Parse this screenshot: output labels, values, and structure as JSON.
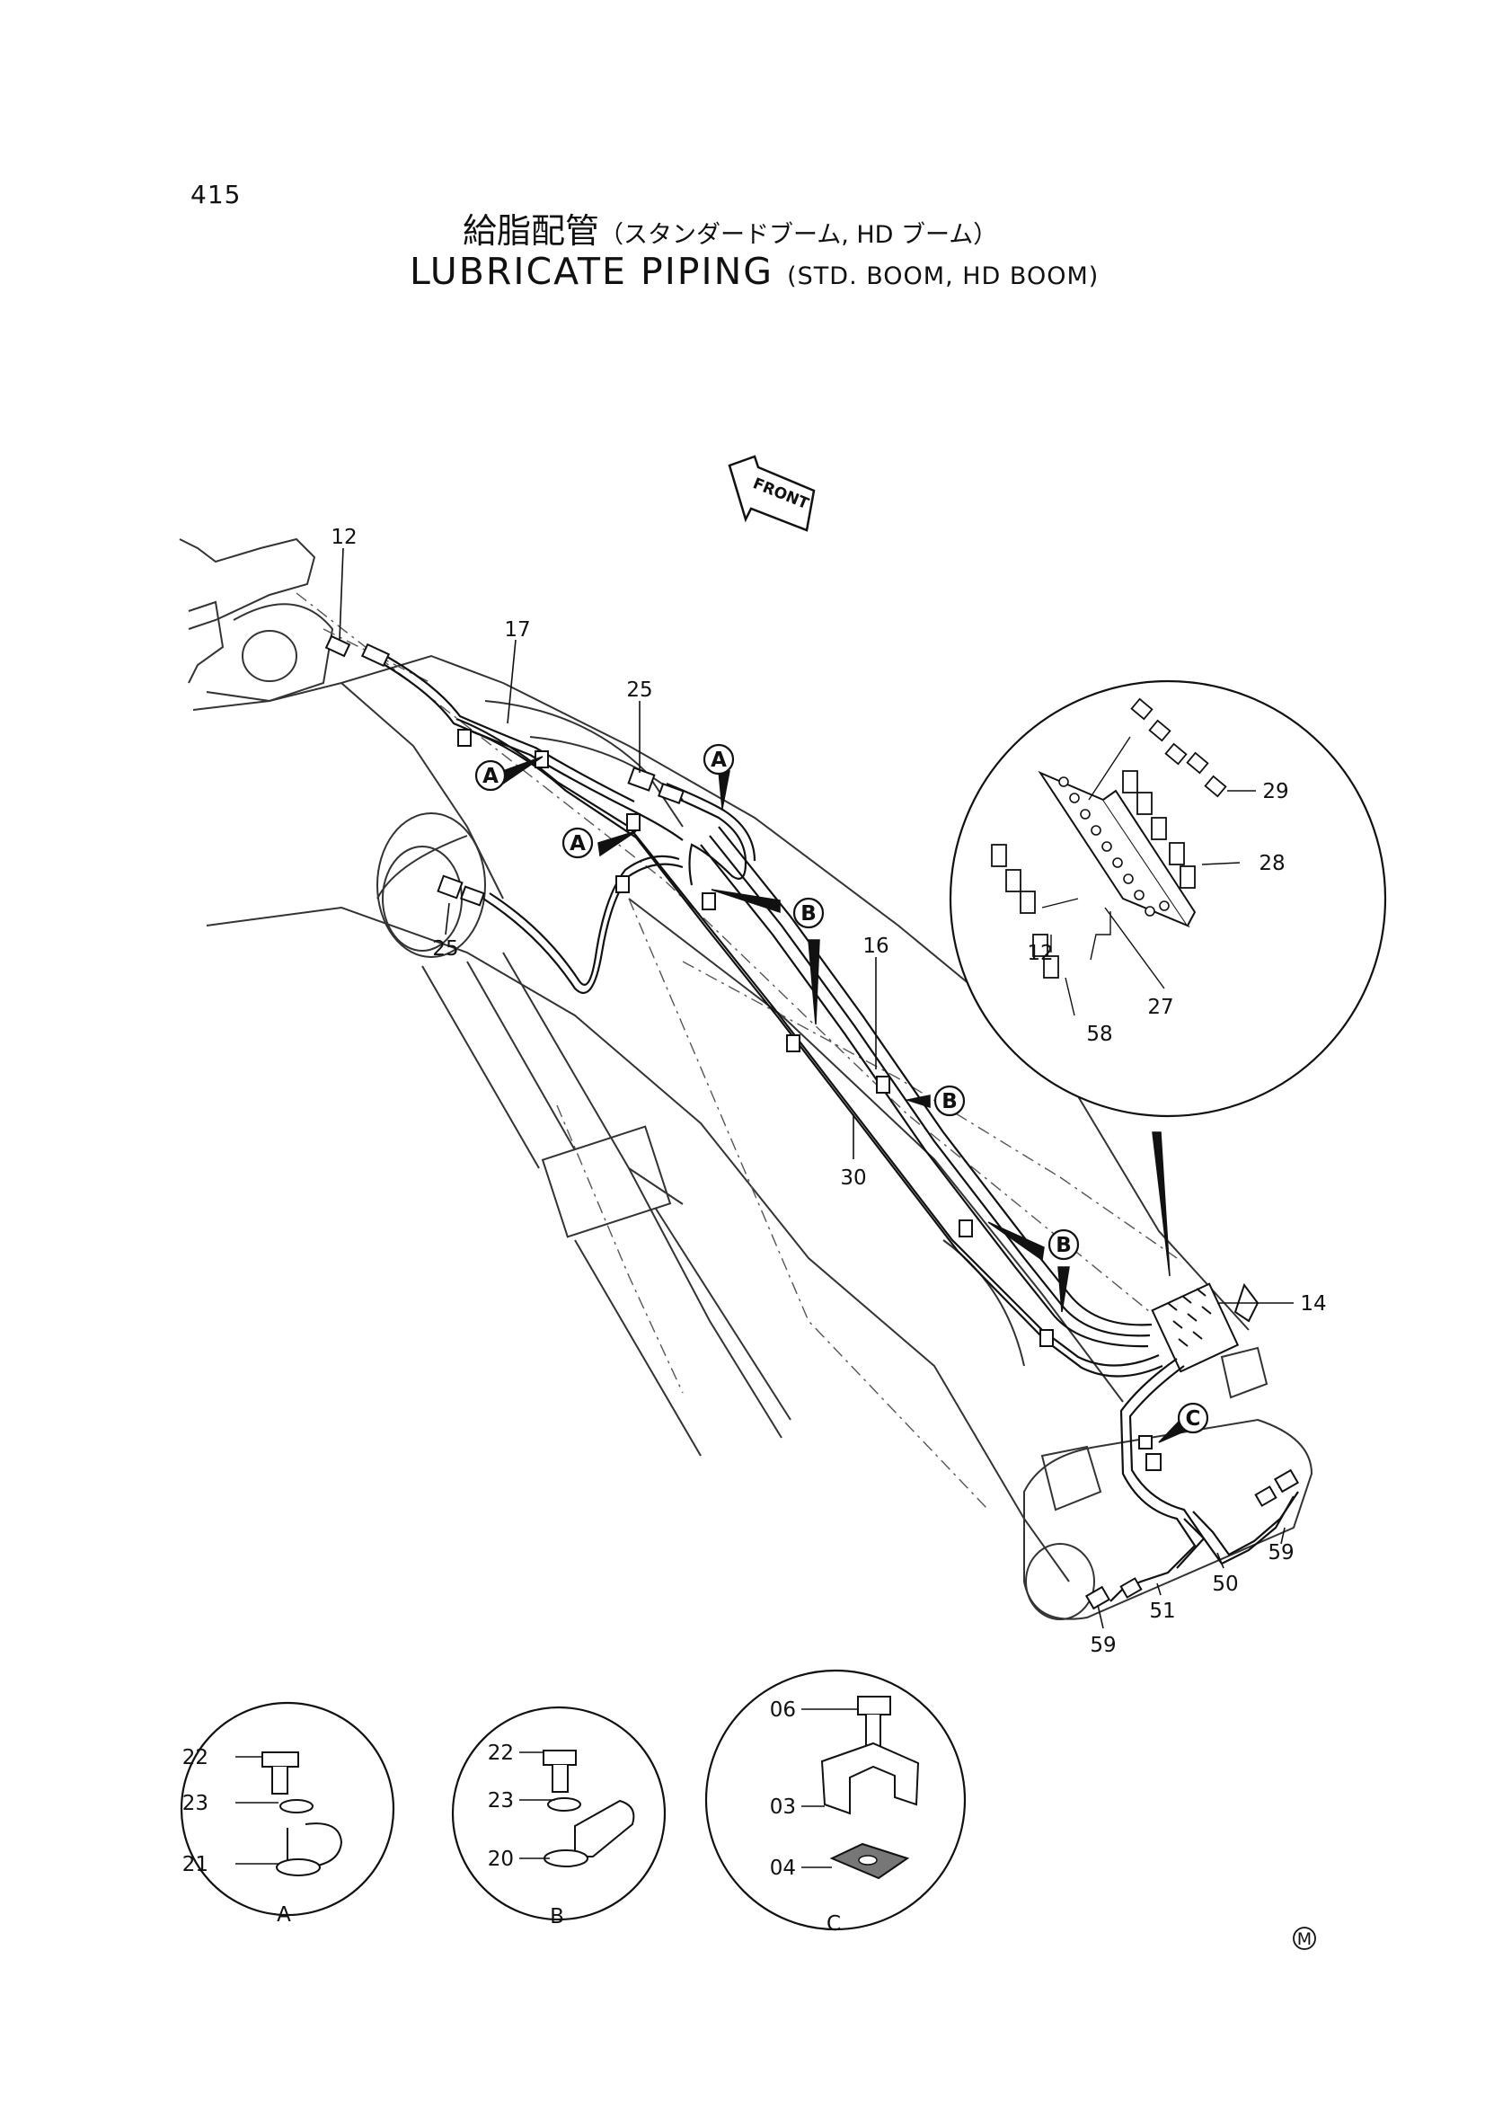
{
  "header": {
    "page_number": "415",
    "title_jp": "給脂配管",
    "title_jp_sub": "（スタンダードブーム, HD ブーム）",
    "title_en": "LUBRICATE PIPING",
    "title_en_sub": "(STD. BOOM, HD BOOM)"
  },
  "front_label": "FRONT",
  "callouts": {
    "a": "A",
    "b": "B",
    "c": "C"
  },
  "parts": {
    "p12": "12",
    "p14": "14",
    "p16": "16",
    "p17": "17",
    "p25": "25",
    "p27": "27",
    "p28": "28",
    "p29": "29",
    "p30": "30",
    "p50": "50",
    "p51": "51",
    "p58": "58",
    "p59": "59",
    "p22": "22",
    "p23": "23",
    "p21": "21",
    "p20": "20",
    "p06": "06",
    "p03": "03",
    "p04": "04"
  },
  "detail_labels": {
    "a": "A",
    "b": "B",
    "c": "C"
  },
  "corner_mark": "M"
}
